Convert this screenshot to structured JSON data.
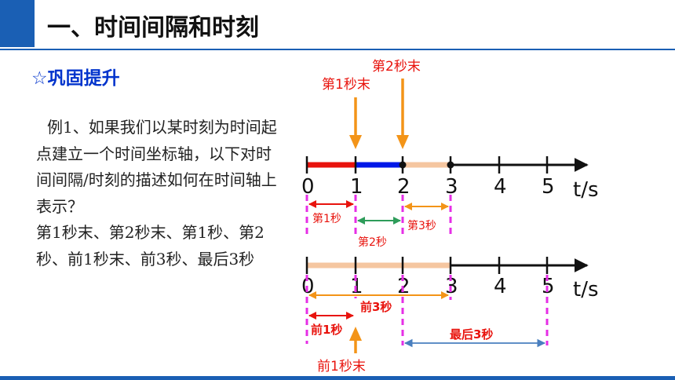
{
  "header": {
    "title": "一、时间间隔和时刻"
  },
  "section": {
    "heading": "☆巩固提升"
  },
  "body": {
    "paragraph": [
      "例1、如果我们以某时刻为时间起点建立一个时间坐标轴，以下对时间间隔/时刻的描述如何在时间轴上表示？",
      "第1秒末、第2秒末、第1秒、第2秒、前1秒末、前3秒、最后3秒"
    ]
  },
  "axis1": {
    "ticks": [
      "0",
      "1",
      "2",
      "3",
      "4",
      "5"
    ],
    "unit": "t/s",
    "moment_labels": [
      "第1秒末",
      "第2秒末"
    ],
    "interval_labels": [
      "第1秒",
      "第2秒",
      "第3秒"
    ]
  },
  "axis2": {
    "ticks": [
      "0",
      "1",
      "2",
      "3",
      "4",
      "5"
    ],
    "unit": "t/s",
    "interval_labels": [
      "前3秒",
      "前1秒",
      "最后3秒"
    ],
    "moment_label": "前1秒末"
  },
  "colors": {
    "accent_blue": "#1a5fb4",
    "heading_blue": "#0033cc",
    "red": "#e8130d",
    "blue_segment": "#0018e8",
    "peach": "#f5c6a0",
    "orange": "#f39418",
    "green": "#2e9c5a",
    "magenta": "#e62ee6",
    "steel_blue": "#4a7fbf"
  }
}
